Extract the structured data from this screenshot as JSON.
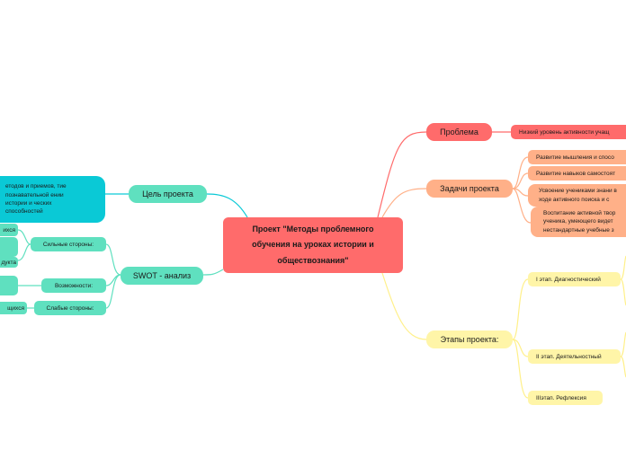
{
  "root": {
    "label": "Проект \"Методы проблемного обучения на уроках истории и обществознания\""
  },
  "right": {
    "problem": {
      "label": "Проблема",
      "children": [
        "Низкий уровень активности учащ"
      ]
    },
    "tasks": {
      "label": "Задачи проекта",
      "children": [
        "Развитие мышления и спосо",
        "Развитие навыков самостоят",
        "Усвоение учениками знани в ходе активного поиска и с",
        "Воспитание активной твор ученика, умеющего видет нестандартные учебные з"
      ]
    },
    "stages": {
      "label": "Этапы проекта:",
      "children": [
        "I этап. Диагностический",
        "II этап. Деятельностный",
        "IIIэтап. Рефлексия"
      ]
    }
  },
  "left": {
    "goal": {
      "label": "Цель проекта",
      "child": "етодов и приемов, тие познавательной ении истории и ческих способностей"
    },
    "swot": {
      "label": "SWOT - анализ",
      "children": [
        {
          "label": "Сильные стороны:",
          "leaves": [
            "ихся",
            "дукта"
          ]
        },
        {
          "label": "Возможности:",
          "leaves": [
            ""
          ]
        },
        {
          "label": "Слабые стороны:",
          "leaves": [
            "щихся"
          ]
        }
      ]
    }
  },
  "colors": {
    "root": "#ff6b6b",
    "problem": "#ff6b6b",
    "tasks": "#ffb088",
    "stages": "#fff5a8",
    "goal": "#0ac9d6",
    "swot": "#5fe0bf"
  }
}
